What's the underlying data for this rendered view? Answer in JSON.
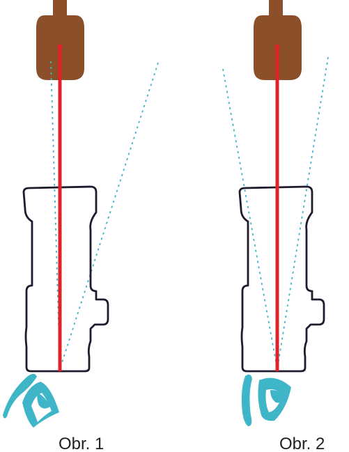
{
  "figures": [
    {
      "id": "obr1",
      "caption": "Obr. 1"
    },
    {
      "id": "obr2",
      "caption": "Obr. 2"
    }
  ],
  "colors": {
    "background": "#ffffff",
    "target": "#8b4f2a",
    "laser": "#e0232a",
    "sight_line": "#3fb6c8",
    "outline": "#1f1a2e",
    "eye": "#3fb6c8"
  }
}
